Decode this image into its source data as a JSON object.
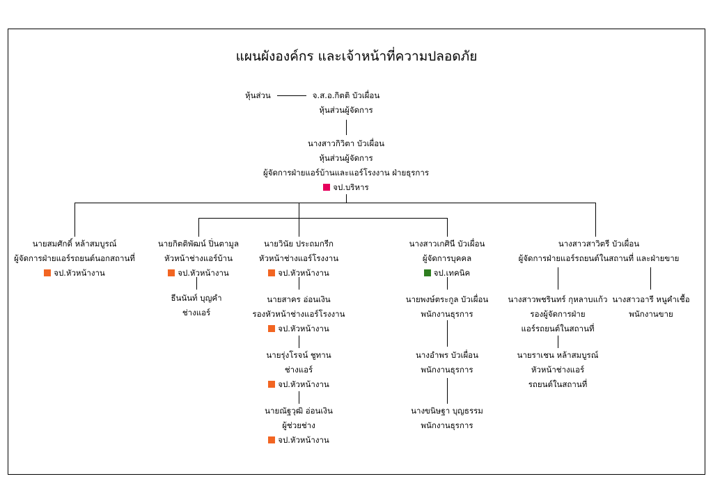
{
  "title": "แผนผังองค์กร และเจ้าหน้าที่ความปลอดภัย",
  "colors": {
    "admin": "#e6005c",
    "chief": "#f26522",
    "technical": "#2e7d1f"
  },
  "shareholder_label": "หุ้นส่วน",
  "top": {
    "name": "จ.ส.อ.กิตติ บัวเผื่อน",
    "role": "หุ้นส่วนผู้จัดการ"
  },
  "manager": {
    "name": "นางสาวกิวิตา บัวเผื่อน",
    "role": "หุ้นส่วนผู้จัดการ",
    "role2": "ผู้จัดการฝ่ายแอร์บ้านและแอร์โรงงาน ฝ่ายธุรการ",
    "badge": "จป.บริหาร"
  },
  "col1": {
    "name": "นายสมศักดิ์ หล้าสมบูรณ์",
    "role": "ผู้จัดการฝ่ายแอร์รถยนต์นอกสถานที่",
    "badge": "จป.หัวหน้างาน"
  },
  "col2": {
    "name": "นายกิตติพัฒน์ ปิ่นตามูล",
    "role": "หัวหน้าช่างแอร์บ้าน",
    "badge": "จป.หัวหน้างาน",
    "sub": {
      "name": "ธีนนันท์ บุญคำ",
      "role": "ช่างแอร์"
    }
  },
  "col3": {
    "name": "นายวินัย ประถมกรีก",
    "role": "หัวหน้าช่างแอร์โรงงาน",
    "badge": "จป.หัวหน้างาน",
    "sub1": {
      "name": "นายสาคร อ่อนเงิน",
      "role": "รองหัวหน้าช่างแอร์โรงงาน",
      "badge": "จป.หัวหน้างาน"
    },
    "sub2": {
      "name": "นายรุ่งโรจน์ ชูทาน",
      "role": "ช่างแอร์",
      "badge": "จป.หัวหน้างาน"
    },
    "sub3": {
      "name": "นายณัฐวุฒิ อ่อนเงิน",
      "role": "ผู้ช่วยช่าง",
      "badge": "จป.หัวหน้างาน"
    }
  },
  "col4": {
    "name": "นางสาวเกศินี บัวเผื่อน",
    "role": "ผู้จัดการบุคคล",
    "badge": "จป.เทคนิค",
    "sub1": {
      "name": "นายพงษ์ตระกูล บัวเผื่อน",
      "role": "พนักงานธุรการ"
    },
    "sub2": {
      "name": "นางอำพร บัวเผื่อน",
      "role": "พนักงานธุรการ"
    },
    "sub3": {
      "name": "นางขนิษฐา บุญธรรม",
      "role": "พนักงานธุรการ"
    }
  },
  "col5": {
    "name": "นางสาวสาวิตรี บัวเผื่อน",
    "role": "ผู้จัดการฝ่ายแอร์รถยนต์ในสถานที่ และฝ่ายขาย",
    "left1": {
      "name": "นางสาวพชรินทร์ กุหลาบแก้ว",
      "role": "รองผู้จัดการฝ่าย",
      "role2": "แอร์รถยนต์ในสถานที่"
    },
    "left2": {
      "name": "นายราเชน หล้าสมบูรณ์",
      "role": "หัวหน้าช่างแอร์",
      "role2": "รถยนต์ในสถานที่"
    },
    "right1": {
      "name": "นางสาวอารี หนูคำเชื้อ",
      "role": "พนักงานขาย"
    }
  }
}
